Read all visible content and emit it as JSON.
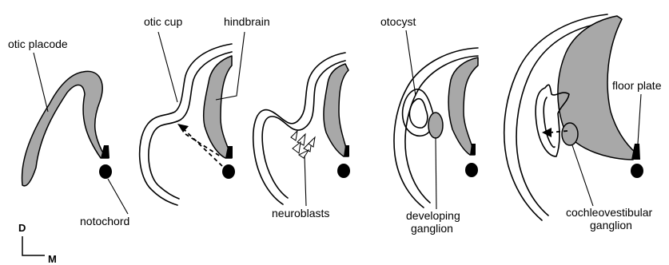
{
  "labels": {
    "otic_placode": "otic placode",
    "notochord": "notochord",
    "otic_cup": "otic cup",
    "hindbrain": "hindbrain",
    "neuroblasts": "neuroblasts",
    "otocyst": "otocyst",
    "developing_ganglion_1": "developing",
    "developing_ganglion_2": "ganglion",
    "floor_plate": "floor plate",
    "cochleovestibular_1": "cochleovestibular",
    "cochleovestibular_2": "ganglion"
  },
  "axis": {
    "dorsal": "D",
    "medial": "M"
  },
  "colors": {
    "neural_tissue": "#a8a8a8",
    "outline": "#000000",
    "background": "#ffffff"
  }
}
